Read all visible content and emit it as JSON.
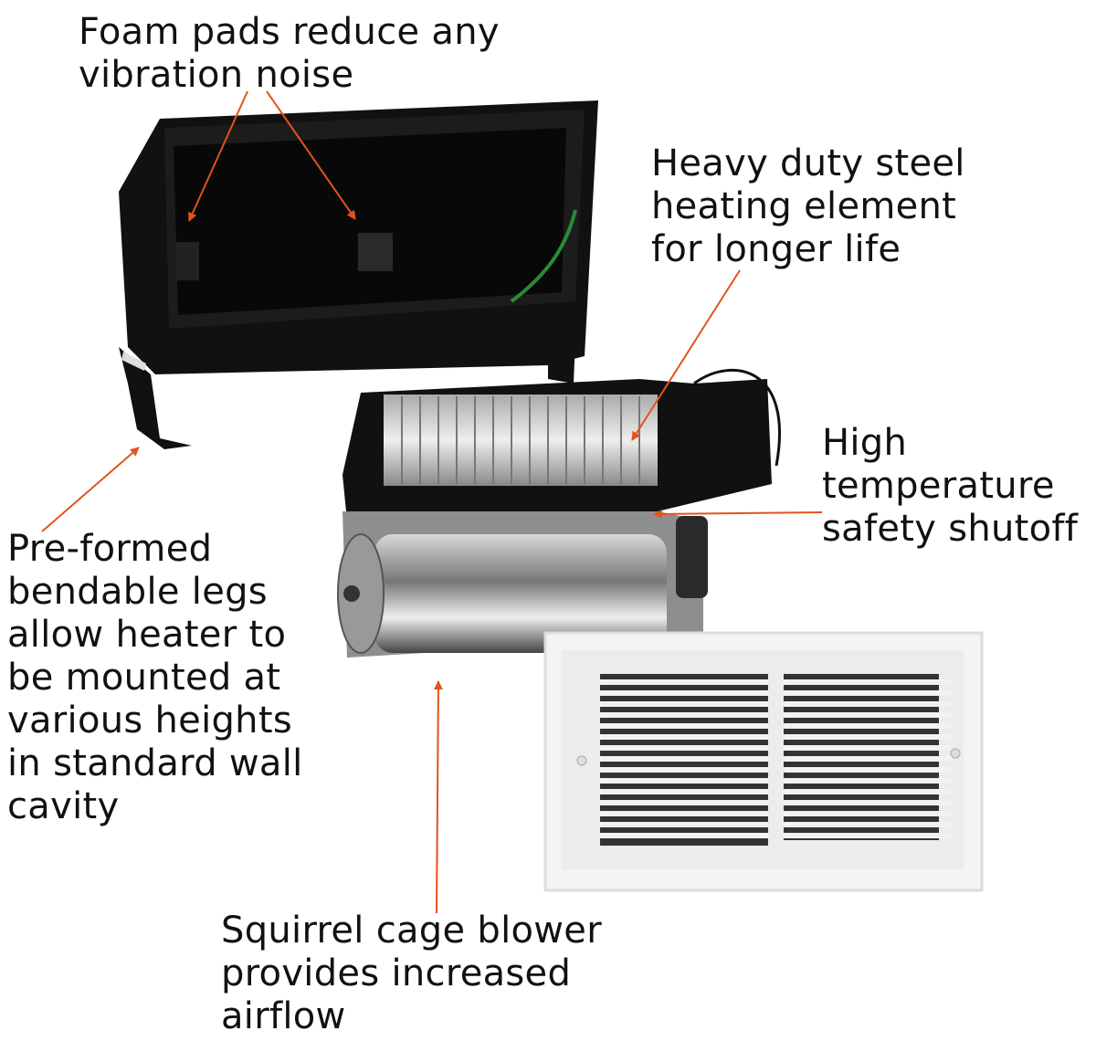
{
  "colors": {
    "arrow": "#e2541c",
    "text": "#111111"
  },
  "callouts": {
    "foam_pads": {
      "lines": [
        "Foam pads reduce any",
        "vibration noise"
      ]
    },
    "heating_element": {
      "lines": [
        "Heavy duty steel",
        "heating element",
        "for longer life"
      ]
    },
    "safety_shutoff": {
      "lines": [
        "High",
        "temperature",
        "safety shutoff"
      ]
    },
    "legs": {
      "lines": [
        "Pre-formed",
        "bendable legs",
        "allow heater to",
        "be mounted at",
        "various heights",
        "in standard wall",
        "cavity"
      ]
    },
    "blower": {
      "lines": [
        "Squirrel cage blower",
        "provides increased",
        "airflow"
      ]
    }
  }
}
